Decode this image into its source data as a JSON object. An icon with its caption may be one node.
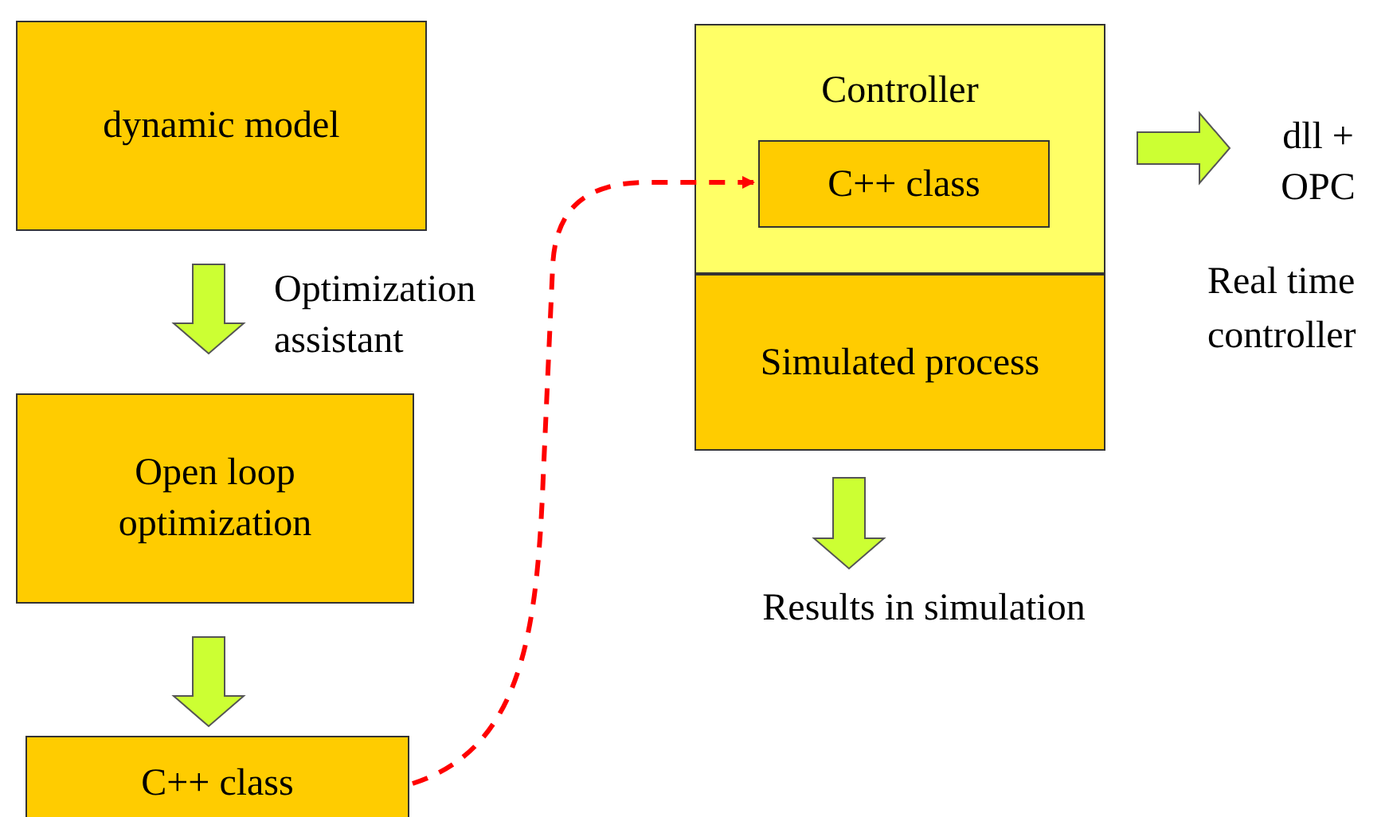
{
  "diagram": {
    "nodes": [
      {
        "text": [
          "dynamic model"
        ]
      },
      {
        "text": [
          "Open loop optimization"
        ]
      },
      {
        "text": [
          "C++ class"
        ]
      },
      {
        "text": [
          "Controller"
        ]
      },
      {
        "text": [
          "C++ class"
        ],
        "in": 3
      },
      {
        "text": [
          "Simulated process"
        ]
      },
      {
        "text": [
          "Results in simulation"
        ]
      },
      {
        "text": [
          "dll + OPC"
        ]
      }
    ],
    "edges": [
      {
        "from": 0,
        "to": 1,
        "arrow": "to",
        "label": "Optimization assistant"
      },
      {
        "from": 1,
        "to": 2,
        "arrow": "to"
      },
      {
        "from": 2,
        "to": 4,
        "arrow": "to",
        "style": "dashed",
        "color": "#ff0000"
      },
      {
        "from": 5,
        "to": 6,
        "arrow": "to"
      },
      {
        "from": 3,
        "to": 7,
        "arrow": "to"
      }
    ],
    "labels": [
      "Real time controller"
    ]
  }
}
